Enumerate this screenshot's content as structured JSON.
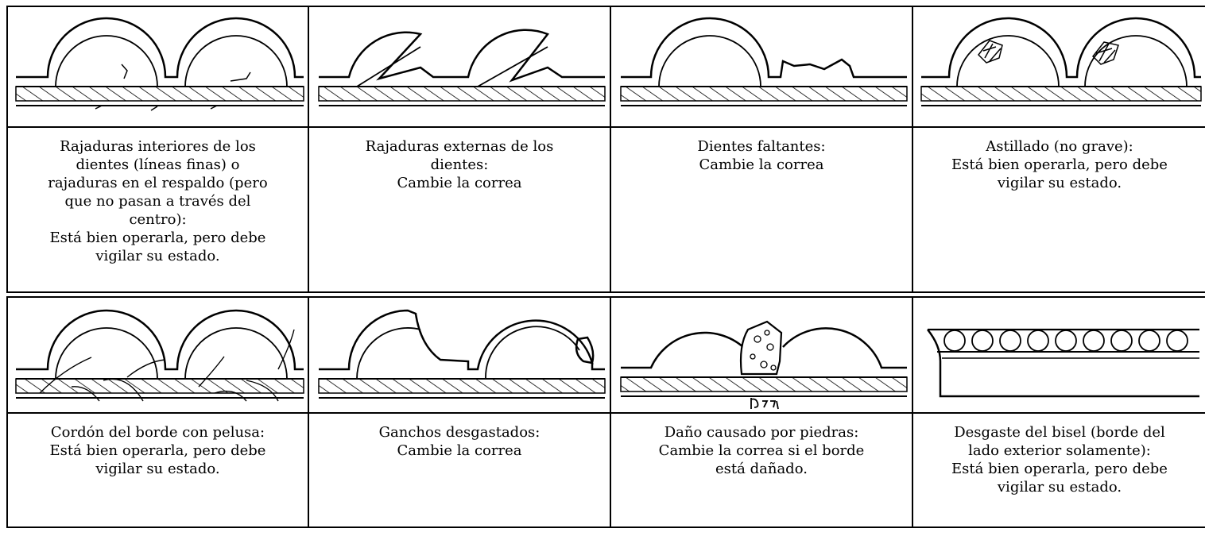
{
  "row1": [
    {
      "icon": "internal-tooth-cracks-illustration",
      "lines": [
        "Rajaduras interiores de los",
        "dientes (líneas finas) o",
        "rajaduras en el respaldo (pero",
        "que no pasan a través del",
        "centro):",
        "Está bien operarla, pero debe",
        "vigilar su estado."
      ]
    },
    {
      "icon": "external-tooth-cracks-illustration",
      "lines": [
        "Rajaduras externas de los",
        "dientes:",
        "Cambie la correa"
      ]
    },
    {
      "icon": "missing-teeth-illustration",
      "lines": [
        "Dientes faltantes:",
        "Cambie la correa"
      ]
    },
    {
      "icon": "chipping-illustration",
      "lines": [
        "Astillado (no grave):",
        "Está bien operarla, pero debe",
        "vigilar su estado."
      ]
    }
  ],
  "row2": [
    {
      "icon": "fuzzy-edge-cord-illustration",
      "lines": [
        "Cordón del borde con pelusa:",
        "Está bien operarla, pero debe",
        "vigilar su estado."
      ]
    },
    {
      "icon": "worn-lugs-illustration",
      "lines": [
        "Ganchos desgastados:",
        "Cambie la correa"
      ]
    },
    {
      "icon": "stone-damage-illustration",
      "lines": [
        "Daño causado por piedras:",
        "Cambie la correa si el borde",
        "está dañado."
      ]
    },
    {
      "icon": "bevel-wear-illustration",
      "lines": [
        "Desgaste del bisel (borde del",
        "lado exterior solamente):",
        "Está bien operarla, pero debe",
        "vigilar su estado."
      ]
    }
  ]
}
